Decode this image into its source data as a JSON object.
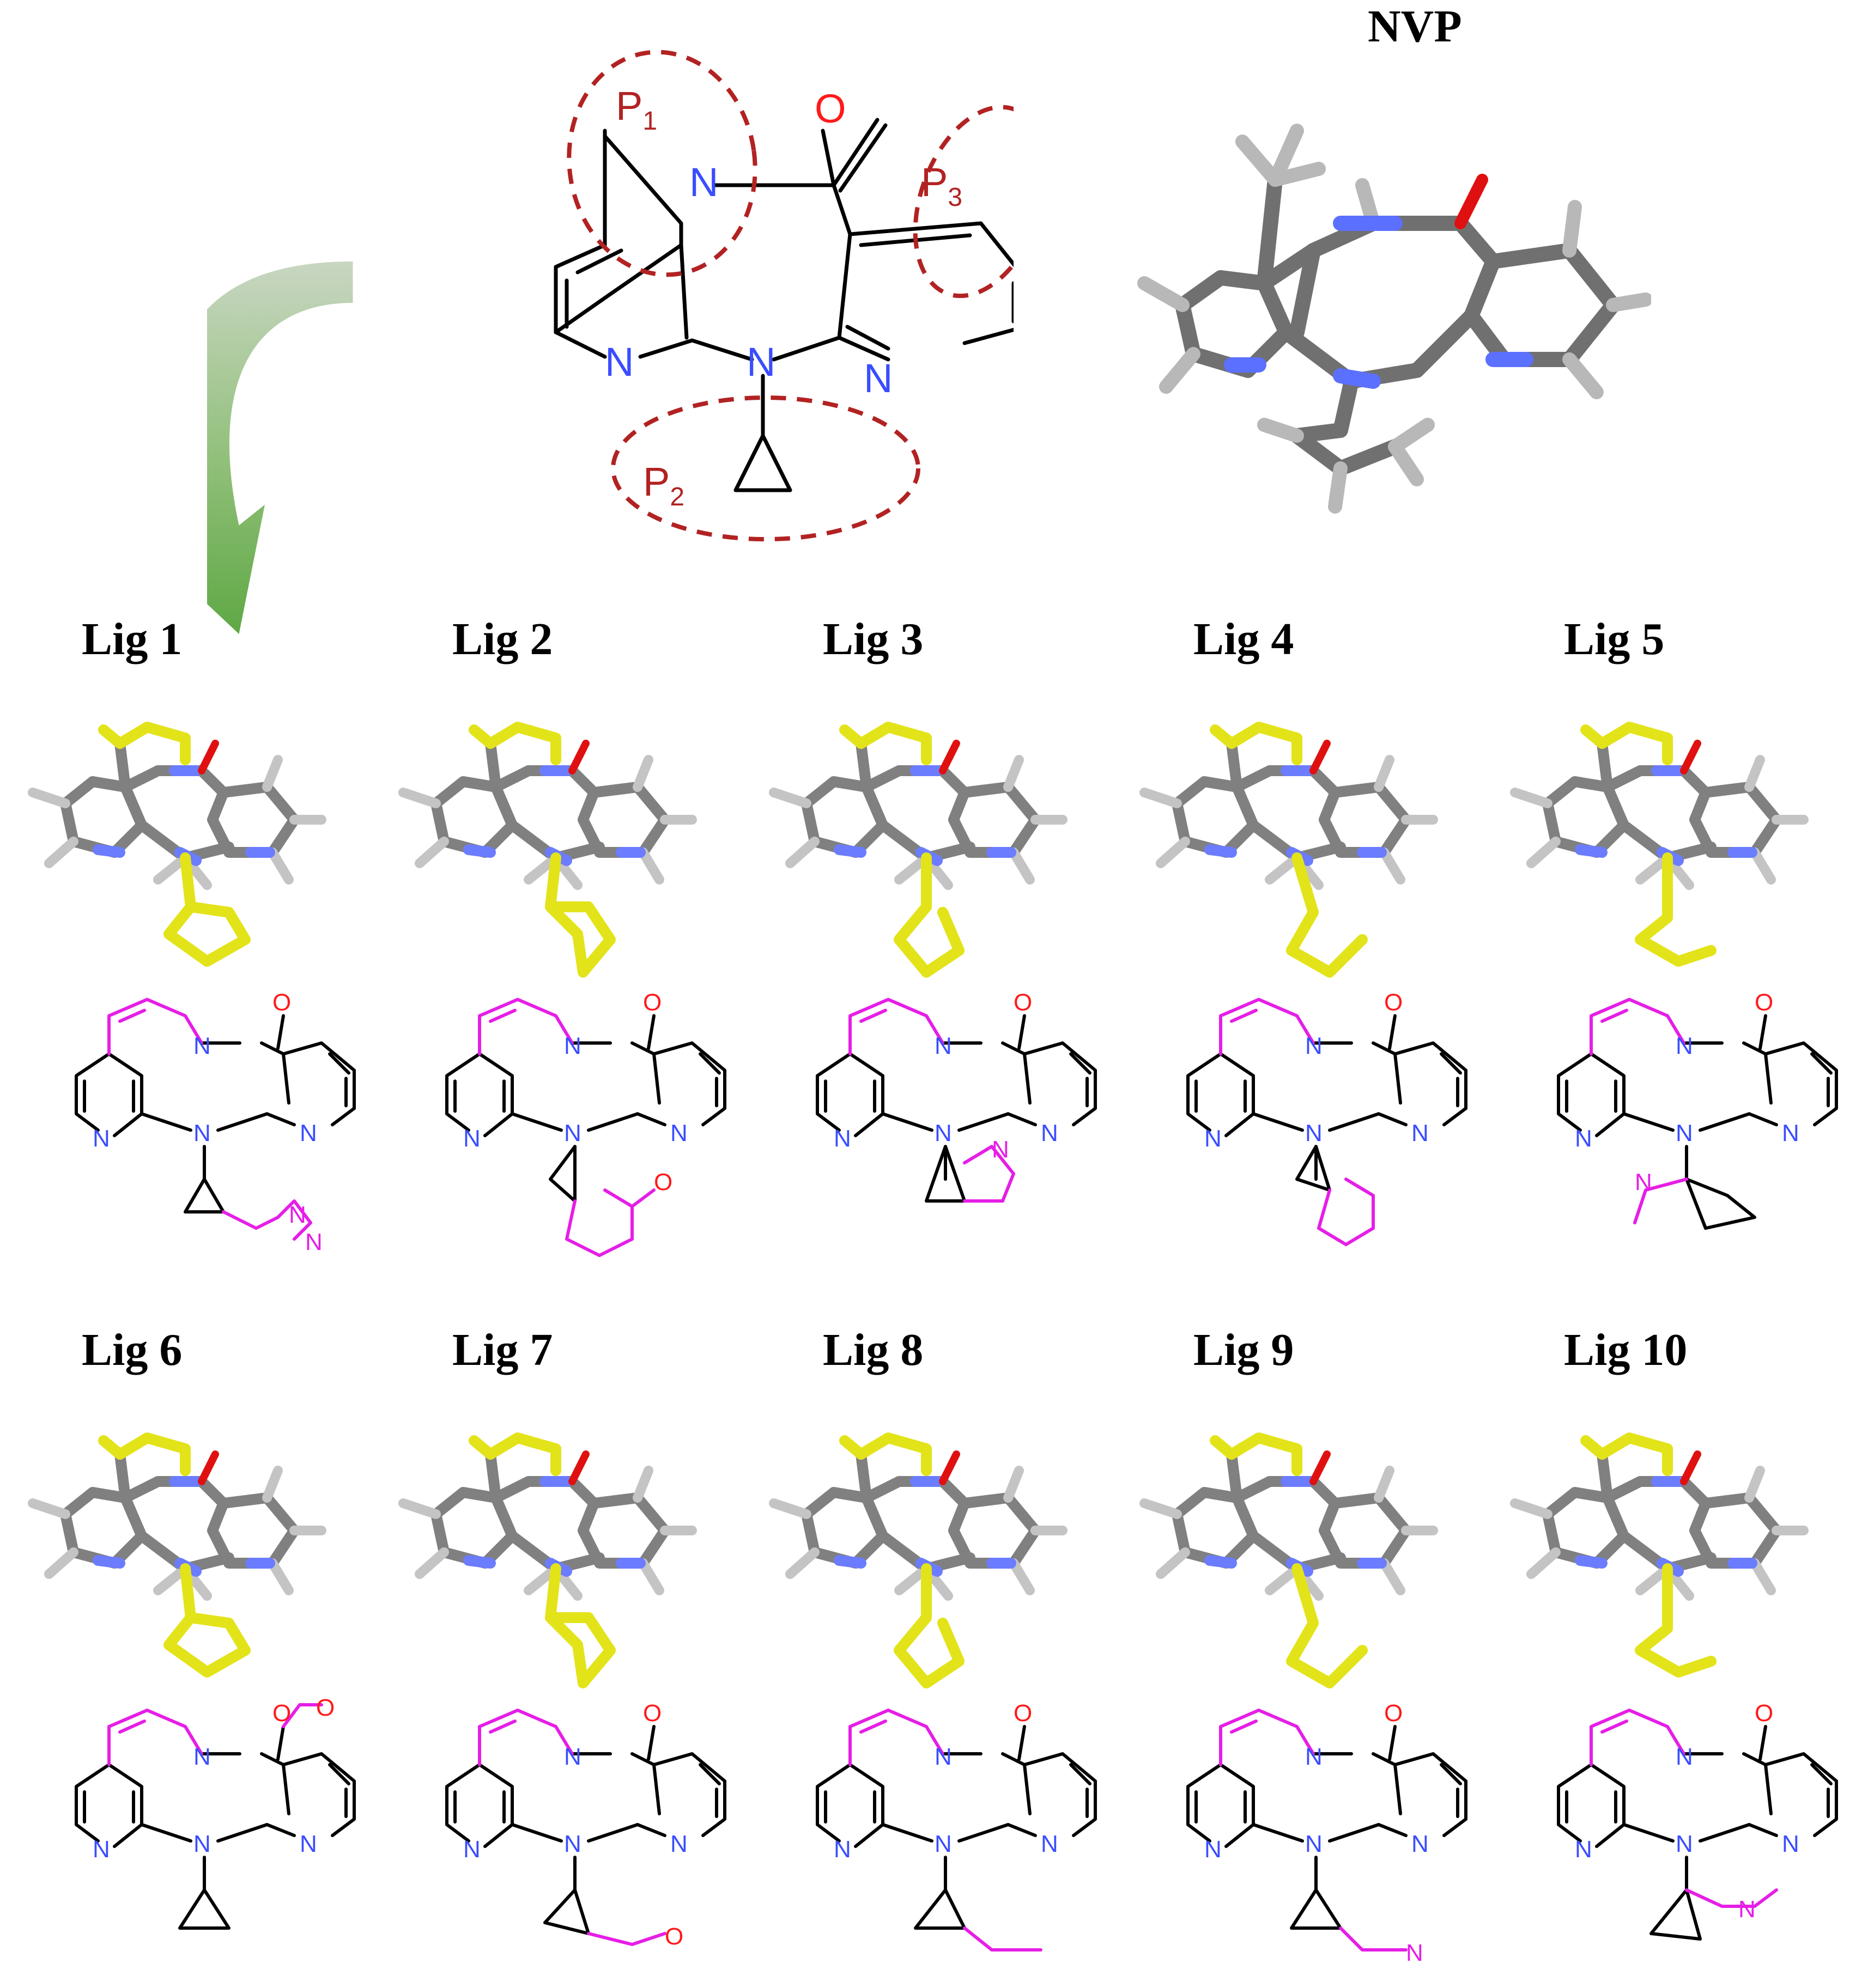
{
  "top": {
    "title_3d": "NVP",
    "pockets": [
      {
        "name": "P",
        "sub": "1"
      },
      {
        "name": "P",
        "sub": "2"
      },
      {
        "name": "P",
        "sub": "3"
      }
    ],
    "atoms": {
      "N": "N",
      "O": "O"
    }
  },
  "ligands": [
    {
      "label": "Lig 1",
      "atoms": [
        "O",
        "N",
        "N",
        "N",
        "N",
        "N",
        "N"
      ]
    },
    {
      "label": "Lig 2",
      "atoms": [
        "O",
        "N",
        "N",
        "N",
        "N",
        "O"
      ]
    },
    {
      "label": "Lig 3",
      "atoms": [
        "O",
        "N",
        "N",
        "N",
        "N",
        "N"
      ]
    },
    {
      "label": "Lig 4",
      "atoms": [
        "O",
        "N",
        "N",
        "N",
        "N"
      ]
    },
    {
      "label": "Lig 5",
      "atoms": [
        "O",
        "N",
        "N",
        "N",
        "N",
        "N"
      ]
    },
    {
      "label": "Lig 6",
      "atoms": [
        "O",
        "N",
        "N",
        "N",
        "N",
        "O"
      ]
    },
    {
      "label": "Lig 7",
      "atoms": [
        "O",
        "N",
        "N",
        "N",
        "N",
        "O"
      ]
    },
    {
      "label": "Lig 8",
      "atoms": [
        "O",
        "N",
        "N",
        "N",
        "N"
      ]
    },
    {
      "label": "Lig 9",
      "atoms": [
        "O",
        "N",
        "N",
        "N",
        "N",
        "N"
      ]
    },
    {
      "label": "Lig 10",
      "atoms": [
        "O",
        "N",
        "N",
        "N",
        "N",
        "N"
      ]
    }
  ],
  "colors": {
    "nitrogen": "#3a4dff",
    "oxygen": "#ff1a1a",
    "pocket": "#b22222",
    "modification": "#e61ee6",
    "highlight_3d": "#e3e31a",
    "carbon_3d": "#808080",
    "arrow": "#7fb36a"
  }
}
